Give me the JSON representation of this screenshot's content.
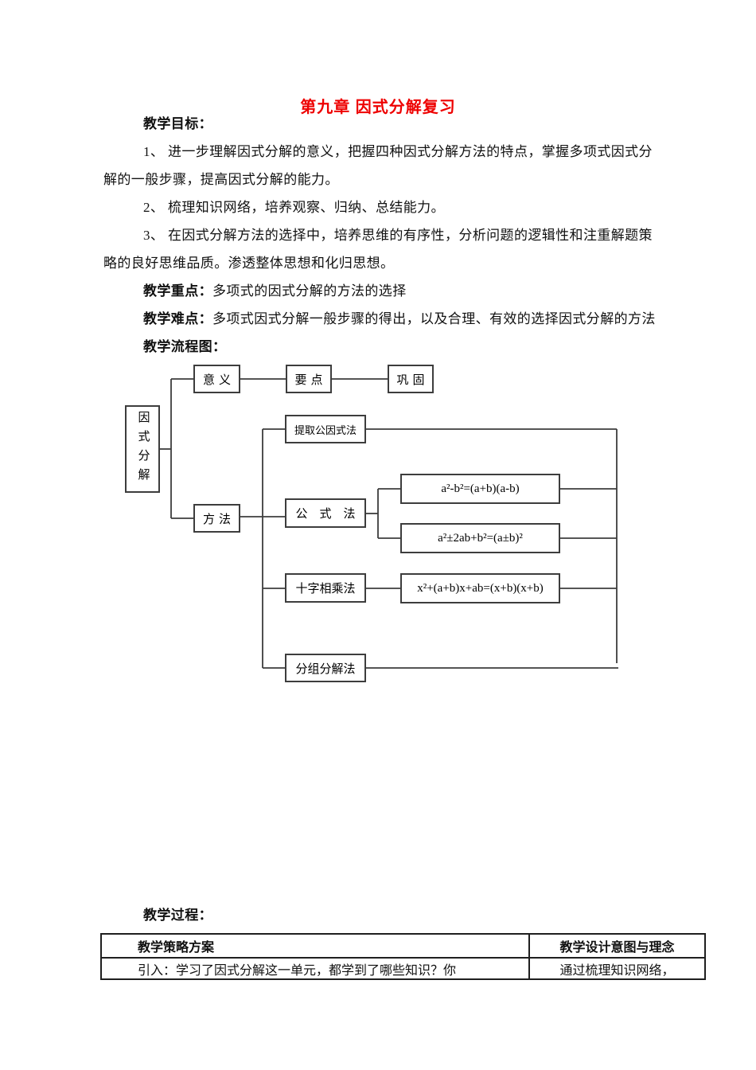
{
  "accent_color": "#ee0000",
  "border_color": "#3d3d3d",
  "title": "第九章 因式分解复习",
  "sections": {
    "objectives_heading": "教学目标：",
    "objective_lines": [
      "1、 进一步理解因式分解的意义，把握四种因式分解方法的特点，掌握多项式因式分",
      "解的一般步骤，提高因式分解的能力。",
      "2、 梳理知识网络，培养观察、归纳、总结能力。",
      "3、 在因式分解方法的选择中，培养思维的有序性，分析问题的逻辑性和注重解题策",
      "略的良好思维品质。渗透整体思想和化归思想。"
    ],
    "key_point_label": "教学重点：",
    "key_point_text": "多项式的因式分解的方法的选择",
    "difficulty_label": "教学难点：",
    "difficulty_text": "多项式因式分解一般步骤的得出，以及合理、有效的选择因式分解的方法",
    "flowchart_heading": "教学流程图：",
    "process_heading": "教学过程："
  },
  "flowchart": {
    "root": "因式分解",
    "meaning": "意义",
    "key_points": "要点",
    "consolidation": "巩固",
    "method": "方法",
    "extract_common_factor": "提取公因式法",
    "formula_method": "公　式　法",
    "cross_multiplication": "十字相乘法",
    "grouping": "分组分解法",
    "formula_square_diff": "a²-b²=(a+b)(a-b)",
    "formula_perfect_square": "a²±2ab+b²=(a±b)²",
    "formula_cross": "x²+(a+b)x+ab=(x+b)(x+b)"
  },
  "process_table": {
    "headers": [
      "教学策略方案",
      "教学设计意图与理念"
    ],
    "rows": [
      [
        "引入：学习了因式分解这一单元，都学到了哪些知识？你",
        "通过梳理知识网络，"
      ]
    ]
  }
}
